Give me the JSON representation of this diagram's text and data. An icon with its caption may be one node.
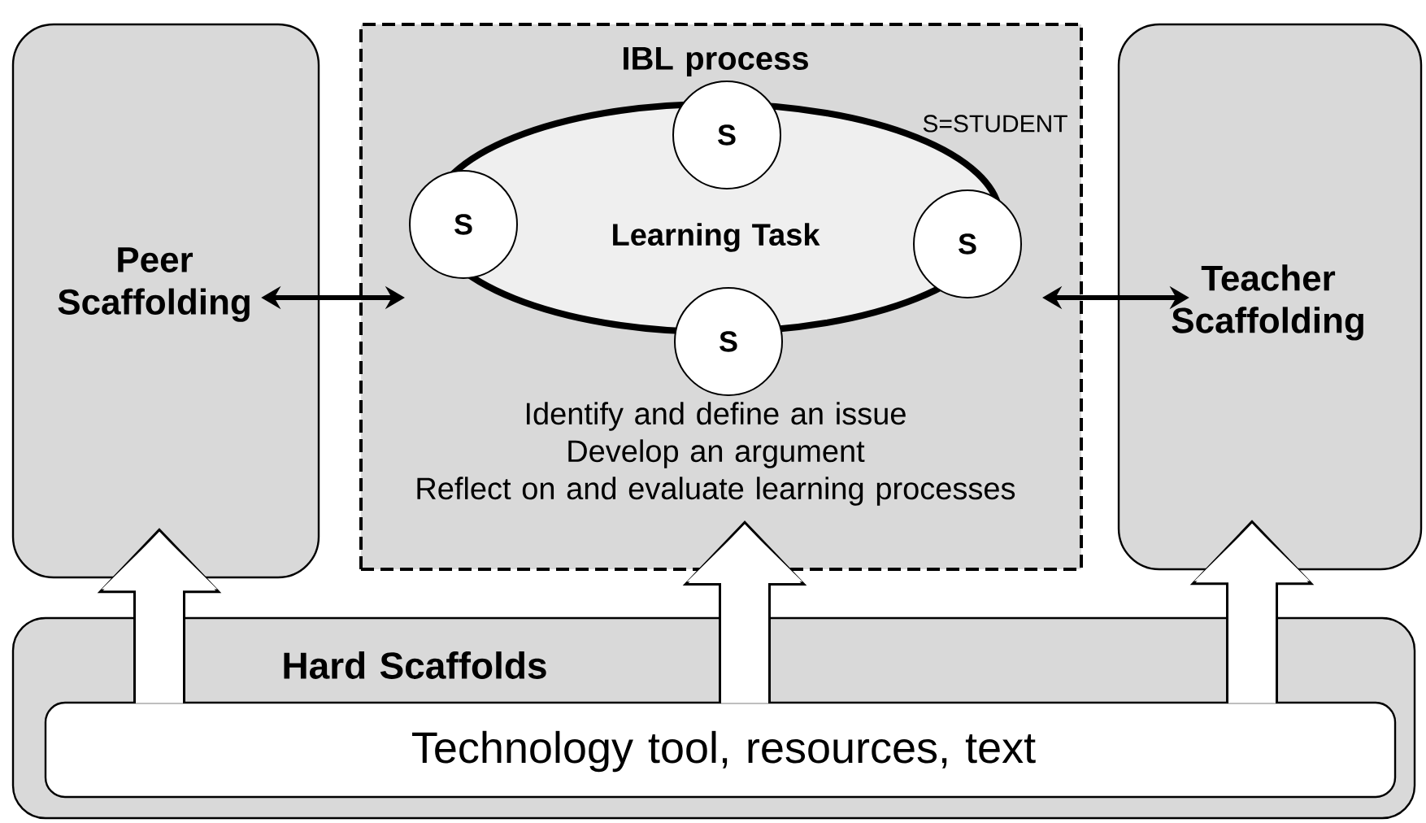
{
  "diagram": {
    "nodes": [
      {
        "text": [
          "Peer Scaffolding"
        ]
      },
      {
        "text": [
          "IBL process",
          "Identify and define an issue",
          "Develop an argument",
          "Reflect on and evaluate learning processes"
        ]
      },
      {
        "text": [
          "Learning Task"
        ],
        "in": 1
      },
      {
        "text": [
          "S"
        ],
        "in": 1
      },
      {
        "text": [
          "S"
        ],
        "in": 1
      },
      {
        "text": [
          "S"
        ],
        "in": 1
      },
      {
        "text": [
          "S"
        ],
        "in": 1
      },
      {
        "text": [
          "Teacher Scaffolding"
        ]
      },
      {
        "text": [
          "Hard Scaffolds"
        ]
      },
      {
        "text": [
          "Technology tool, resources, text"
        ],
        "in": 8
      }
    ],
    "edges": [
      {
        "from": 0,
        "to": 1,
        "arrow": "both",
        "color": "#000000"
      },
      {
        "from": 1,
        "to": 7,
        "arrow": "both",
        "color": "#000000"
      },
      {
        "from": 9,
        "to": 0,
        "arrow": "to"
      },
      {
        "from": 9,
        "to": 1,
        "arrow": "to"
      },
      {
        "from": 9,
        "to": 7,
        "arrow": "to"
      }
    ],
    "labels": [
      "S=STUDENT"
    ]
  }
}
